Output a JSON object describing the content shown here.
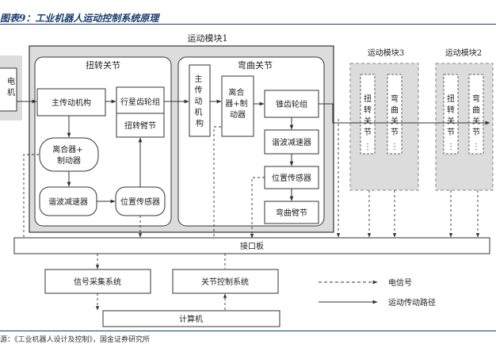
{
  "figure_title": "图表9：工业机器人运动控制系统原理",
  "source_note": "源：《工业机器人设计及控制》，国金证券研究所",
  "module1": {
    "title": "运动模块1"
  },
  "module3": {
    "title": "运动模块3",
    "joint_a": "扭转关节",
    "joint_b": "弯曲关节"
  },
  "module2": {
    "title": "运动模块2",
    "joint_a": "扭转关节",
    "joint_b": "弯曲关节"
  },
  "motor": "电机",
  "torsion": {
    "title": "扭转关节",
    "main_mechanism": "主传动机构",
    "planetary_gear": "行星齿轮组",
    "clutch_brake": "离合器+制动器",
    "arm": "扭转臂节",
    "harmonic_reducer": "谐波减速器",
    "position_sensor": "位置传感器"
  },
  "bending": {
    "title": "弯曲关节",
    "main_mechanism": "主传动机构",
    "clutch_brake": "离合器+制动器",
    "bevel_gear": "锥齿轮组",
    "harmonic_reducer": "谐波减速器",
    "position_sensor": "位置传感器",
    "arm": "弯曲臂节"
  },
  "interface_board": "接口板",
  "signal_acquisition": "信号采集系统",
  "joint_control": "关节控制系统",
  "computer": "计算机",
  "legend": {
    "electric_signal": "电信号",
    "transmission_path": "运动传动路径"
  }
}
